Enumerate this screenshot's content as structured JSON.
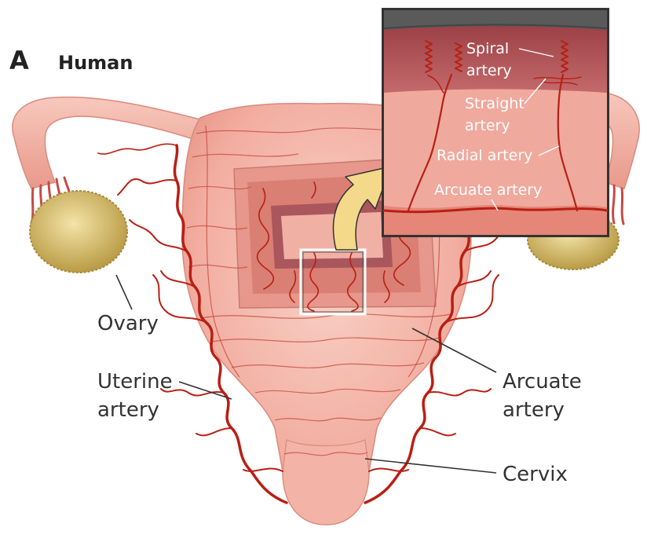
{
  "panel": {
    "letter": "A",
    "title": "Human"
  },
  "labels": {
    "ovary": "Ovary",
    "uterine_artery_1": "Uterine",
    "uterine_artery_2": "artery",
    "arcuate_artery_1": "Arcuate",
    "arcuate_artery_2": "artery",
    "cervix": "Cervix"
  },
  "inset": {
    "spiral_1": "Spiral",
    "spiral_2": "artery",
    "straight_1": "Straight",
    "straight_2": "artery",
    "radial": "Radial artery",
    "arcuate": "Arcuate artery"
  },
  "colors": {
    "tissue": "#f4b5a8",
    "tissue_dark": "#e8998a",
    "vessel": "#b81f14",
    "ovary": "#d8c27a",
    "arrow": "#f5d98a",
    "inset_top": "#b45a5c"
  }
}
